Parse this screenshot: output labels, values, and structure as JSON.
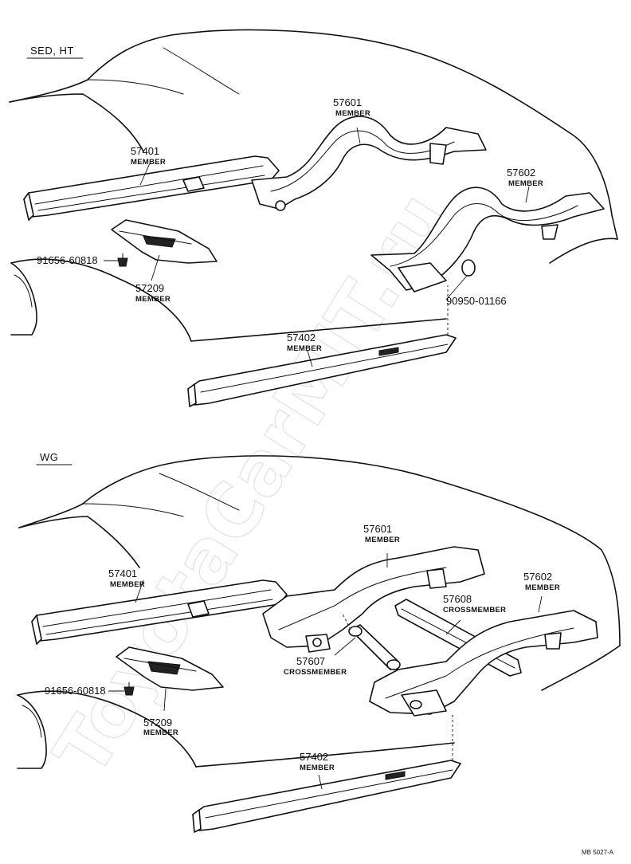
{
  "watermark": "ToyotaCarMIT.ru",
  "reference": "MB 5027-A",
  "sections": [
    {
      "id": "top",
      "title": "SED, HT",
      "labels": [
        {
          "part": "57601",
          "name": "MEMBER"
        },
        {
          "part": "57401",
          "name": "MEMBER"
        },
        {
          "part": "57602",
          "name": "MEMBER"
        },
        {
          "part": "91656-60818",
          "name": ""
        },
        {
          "part": "57209",
          "name": "MEMBER"
        },
        {
          "part": "90950-01166",
          "name": ""
        },
        {
          "part": "57402",
          "name": "MEMBER"
        }
      ]
    },
    {
      "id": "bottom",
      "title": "WG",
      "labels": [
        {
          "part": "57601",
          "name": "MEMBER"
        },
        {
          "part": "57401",
          "name": "MEMBER"
        },
        {
          "part": "57602",
          "name": "MEMBER"
        },
        {
          "part": "57608",
          "name": "CROSSMEMBER"
        },
        {
          "part": "57607",
          "name": "CROSSMEMBER"
        },
        {
          "part": "91656-60818",
          "name": ""
        },
        {
          "part": "57209",
          "name": "MEMBER"
        },
        {
          "part": "57402",
          "name": "MEMBER"
        }
      ]
    }
  ]
}
